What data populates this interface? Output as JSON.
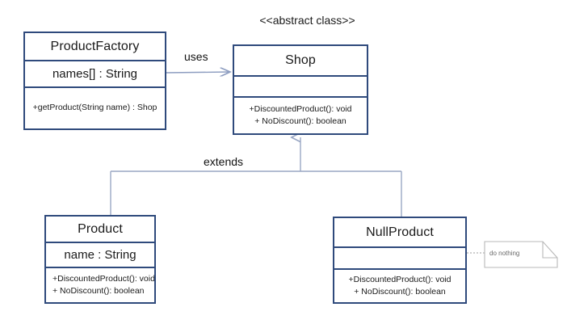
{
  "diagram": {
    "type": "uml-class-diagram",
    "title": "",
    "colors": {
      "class_border": "#2f4a7c",
      "class_fill": "#ffffff",
      "link": "#8d9dc0",
      "inherit_link": "#9aa7c4",
      "note_border": "#b8b8b8",
      "note_text": "#6a6a6a",
      "background": "#ffffff"
    },
    "stereotypes": [
      {
        "label": "<<abstract class>>",
        "applies_to": "Shop"
      }
    ],
    "classes": [
      {
        "id": "product-factory",
        "name": "ProductFactory",
        "attributes": [
          "names[] : String"
        ],
        "operations": [
          "+getProduct(String name) : Shop"
        ]
      },
      {
        "id": "shop",
        "name": "Shop",
        "attributes": [],
        "operations": [
          "+DiscountedProduct(): void",
          "+ NoDiscount(): boolean"
        ]
      },
      {
        "id": "product",
        "name": "Product",
        "attributes": [
          "name : String"
        ],
        "operations": [
          "+DiscountedProduct(): void",
          "+ NoDiscount(): boolean"
        ]
      },
      {
        "id": "null-product",
        "name": "NullProduct",
        "attributes": [],
        "operations": [
          "+DiscountedProduct(): void",
          "+ NoDiscount(): boolean"
        ]
      }
    ],
    "relationships": [
      {
        "id": "uses",
        "label": "uses",
        "from": "ProductFactory",
        "to": "Shop",
        "kind": "dependency-arrow"
      },
      {
        "id": "extends",
        "label": "extends",
        "from": "Product, NullProduct",
        "to": "Shop",
        "kind": "generalization"
      },
      {
        "id": "note-link",
        "label": "",
        "from": "NullProduct",
        "to": "do nothing",
        "kind": "note-anchor-dotted"
      }
    ],
    "notes": [
      {
        "id": "do-nothing-note",
        "text": "do nothing",
        "attached_to": "NullProduct"
      }
    ]
  }
}
